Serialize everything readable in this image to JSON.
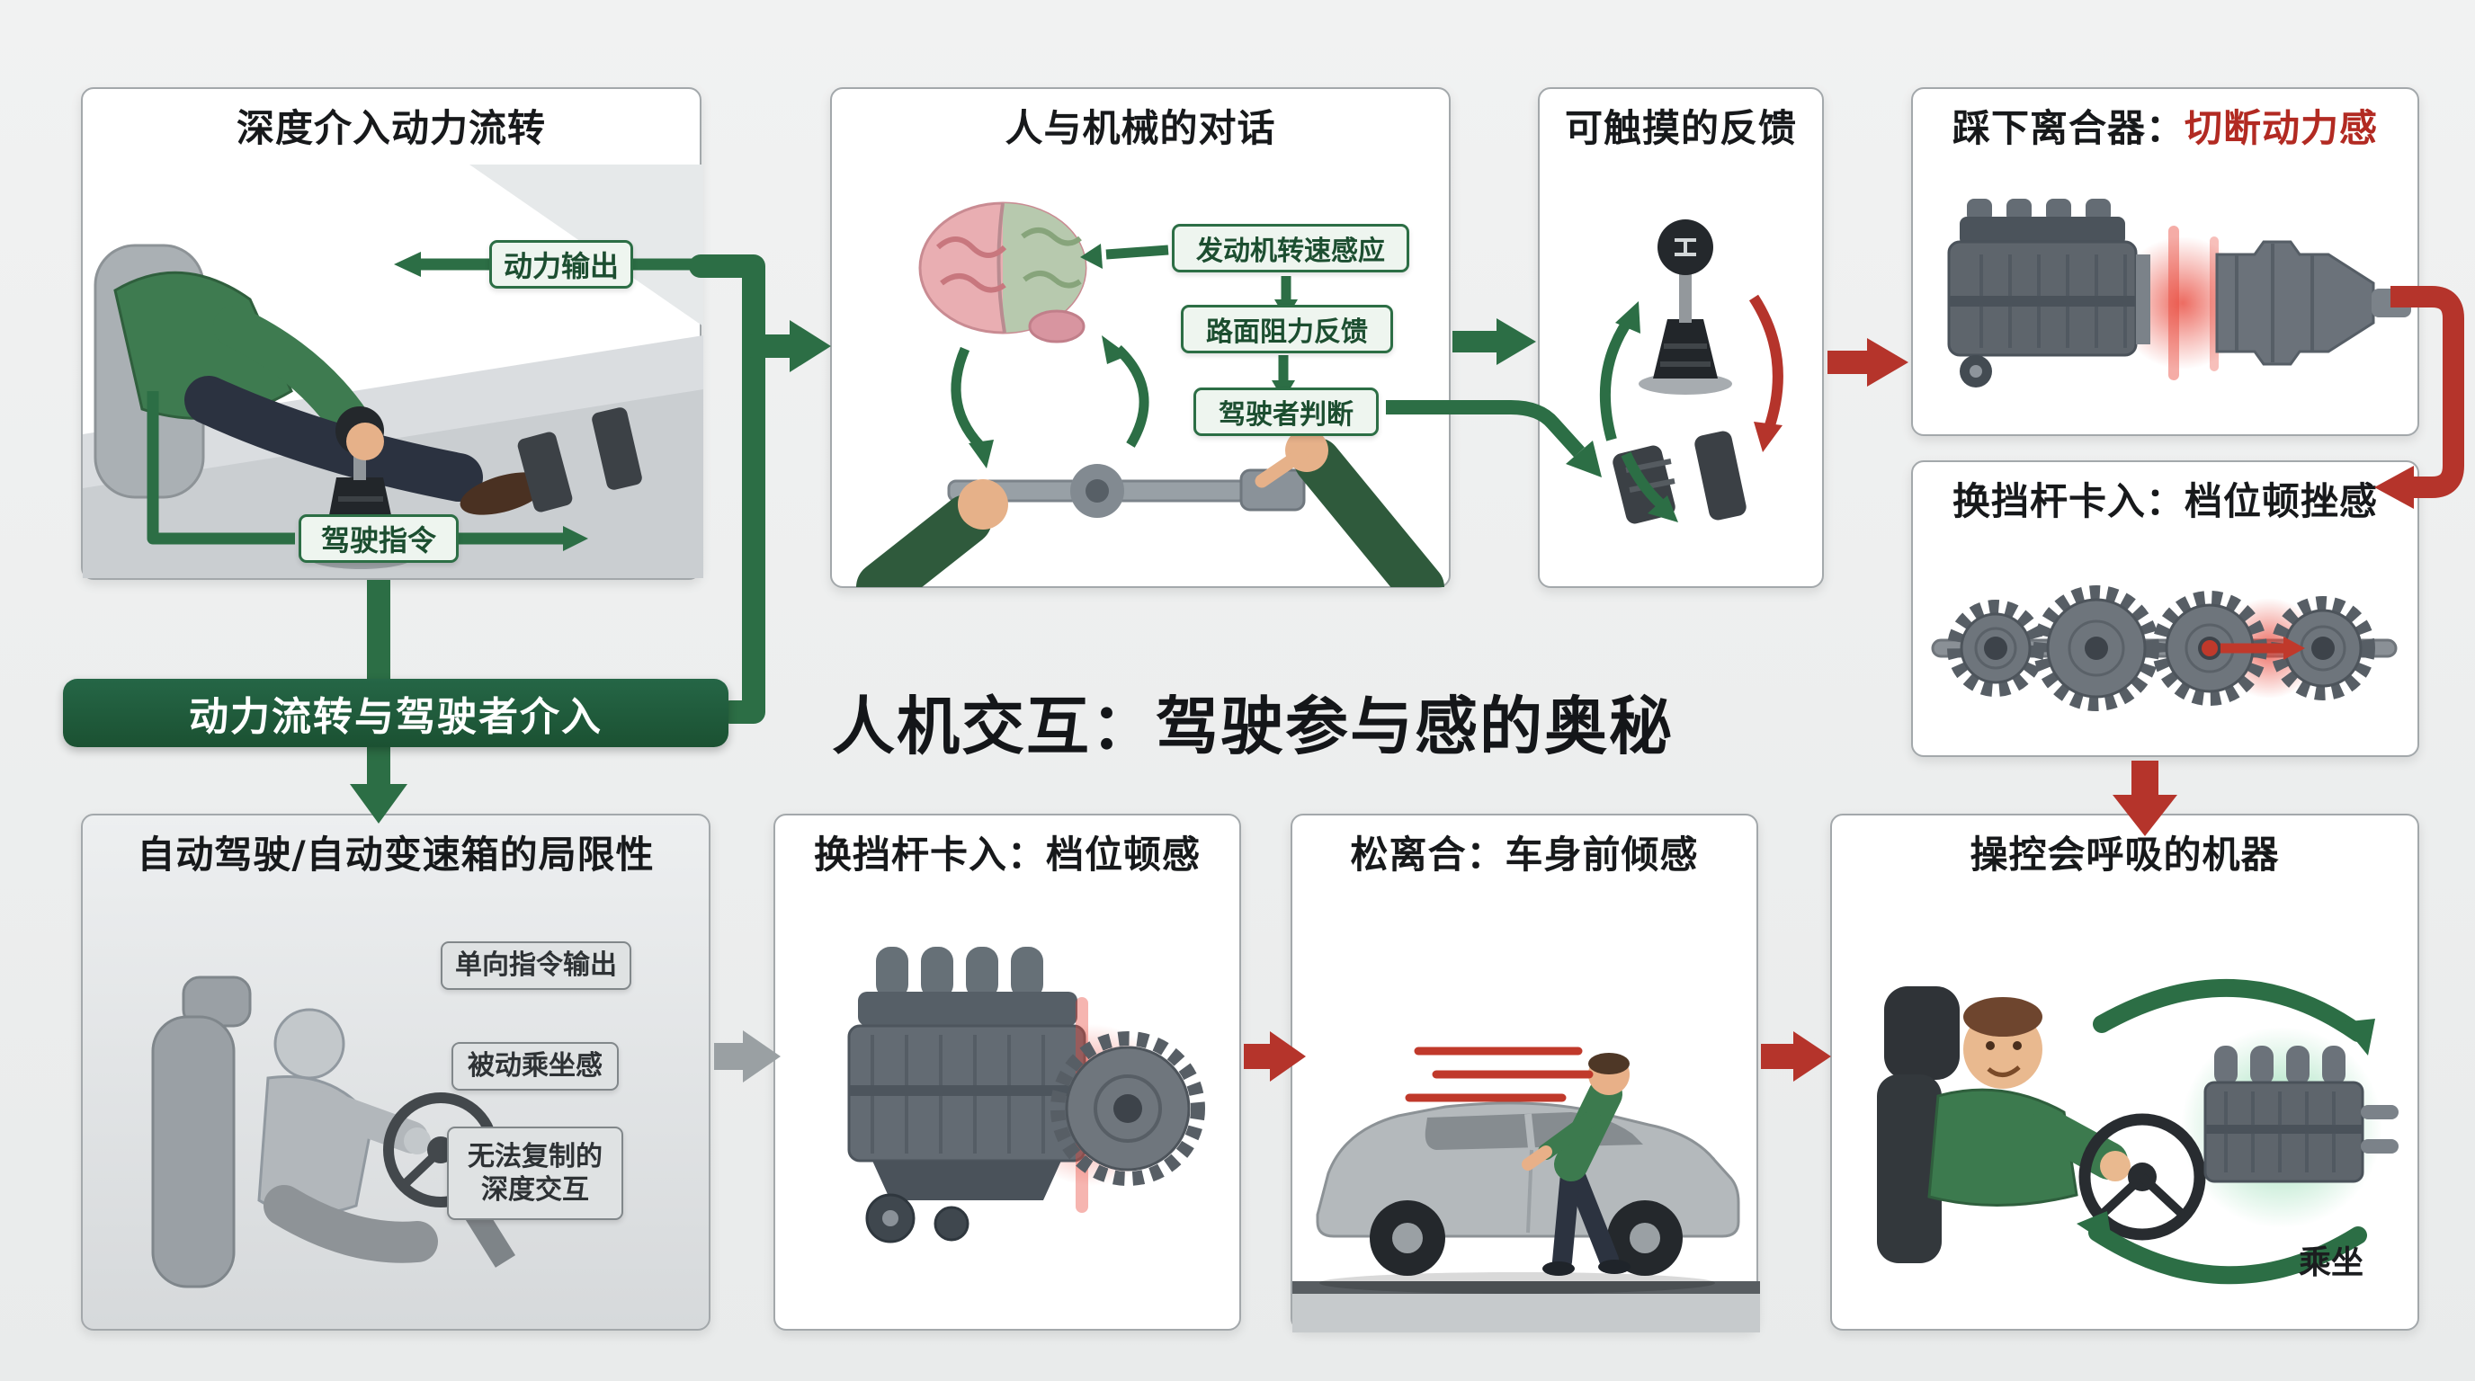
{
  "title": {
    "text": "人机交互：驾驶参与感的奥秘"
  },
  "banner": {
    "text": "动力流转与驾驶者介入"
  },
  "panels": {
    "deep_power_flow": {
      "title": "深度介入动力流转",
      "label_power_output": "动力输出",
      "label_drive_command": "驾驶指令"
    },
    "human_machine_dialogue": {
      "title": "人与机械的对话",
      "labels": [
        "发动机转速感应",
        "路面阻力反馈",
        "驾驶者判断"
      ]
    },
    "tactile_feedback": {
      "title": "可触摸的反馈"
    },
    "clutch_press": {
      "title_prefix": "踩下离合器：",
      "title_highlight": "切断动力感"
    },
    "gear_engage_side": {
      "title": "换挡杆卡入：档位顿挫感"
    },
    "automation_limits": {
      "title": "自动驾驶/自动变速箱的局限性",
      "labels": [
        "单向指令输出",
        "被动乘坐感",
        "无法复制的\n深度交互"
      ]
    },
    "gear_engage_bottom": {
      "title": "换挡杆卡入：档位顿感"
    },
    "clutch_release": {
      "title": "松离合：车身前倾感"
    },
    "breathing_machine": {
      "title": "操控会呼吸的机器",
      "label_ride": "乘坐"
    }
  },
  "colors": {
    "accent_green": "#2c6e45",
    "banner_green": "#1d5535",
    "accent_red": "#b5342b",
    "neutral_gray": "#9aa0a3",
    "panel_bg": "#ffffff",
    "canvas_bg": "#eceeee"
  }
}
